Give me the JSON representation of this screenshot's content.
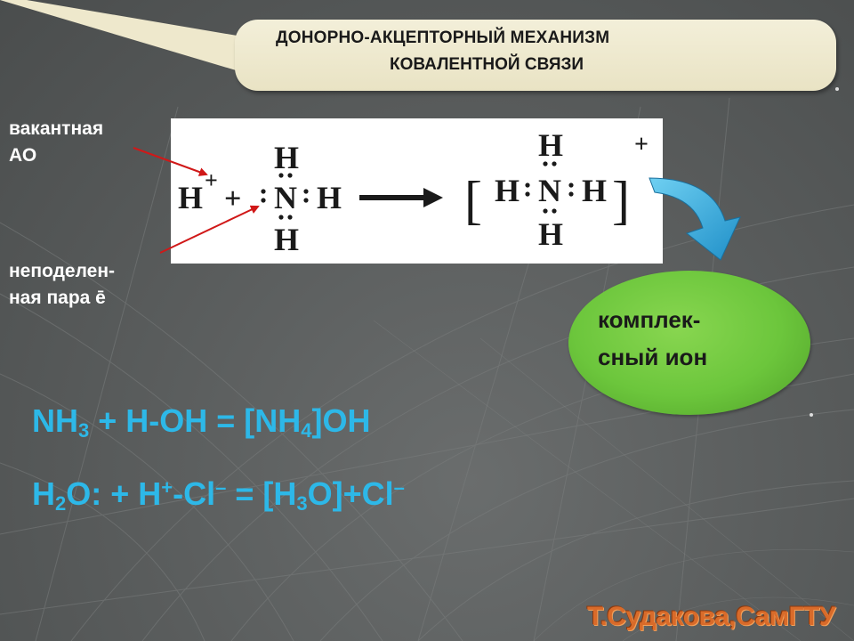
{
  "title": {
    "line1": "ДОНОРНО-АКЦЕПТОРНЫЙ МЕХАНИЗМ",
    "line2": "КОВАЛЕНТНОЙ СВЯЗИ"
  },
  "labels": {
    "vacant_line1": "вакантная",
    "vacant_line2": "АО",
    "lone_line1": "неподелен-",
    "lone_line2": "ная пара ē"
  },
  "diagram": {
    "h_plus": "H",
    "plus_sign": "+",
    "n": "N",
    "h": "H",
    "charge": "+",
    "lbracket": "[",
    "rbracket": "]"
  },
  "ion": {
    "line1": "комплек-",
    "line2": "сный ион"
  },
  "equations": {
    "eq1": {
      "a": "NH",
      "a_sub": "3",
      "b": " + H-OH = [NH",
      "b_sub": "4",
      "c": "]OH"
    },
    "eq2": {
      "a": "H",
      "a_sub": "2",
      "b": "O: + H",
      "b_sup": "+",
      "c": "-Cl",
      "c_sup": "–",
      "d": " = [H",
      "d_sub": "3",
      "e": "O]+Cl",
      "e_sup": "–"
    }
  },
  "author": "Т.Судакова,СамГТУ",
  "colors": {
    "background": "#555858",
    "title_box": "#eee8cc",
    "equation": "#2db8e8",
    "ion_fill": "#6cc63c",
    "pointer_arrow": "#d01818",
    "curve_arrow": "#29a9e0",
    "author": "#d96b2a"
  }
}
